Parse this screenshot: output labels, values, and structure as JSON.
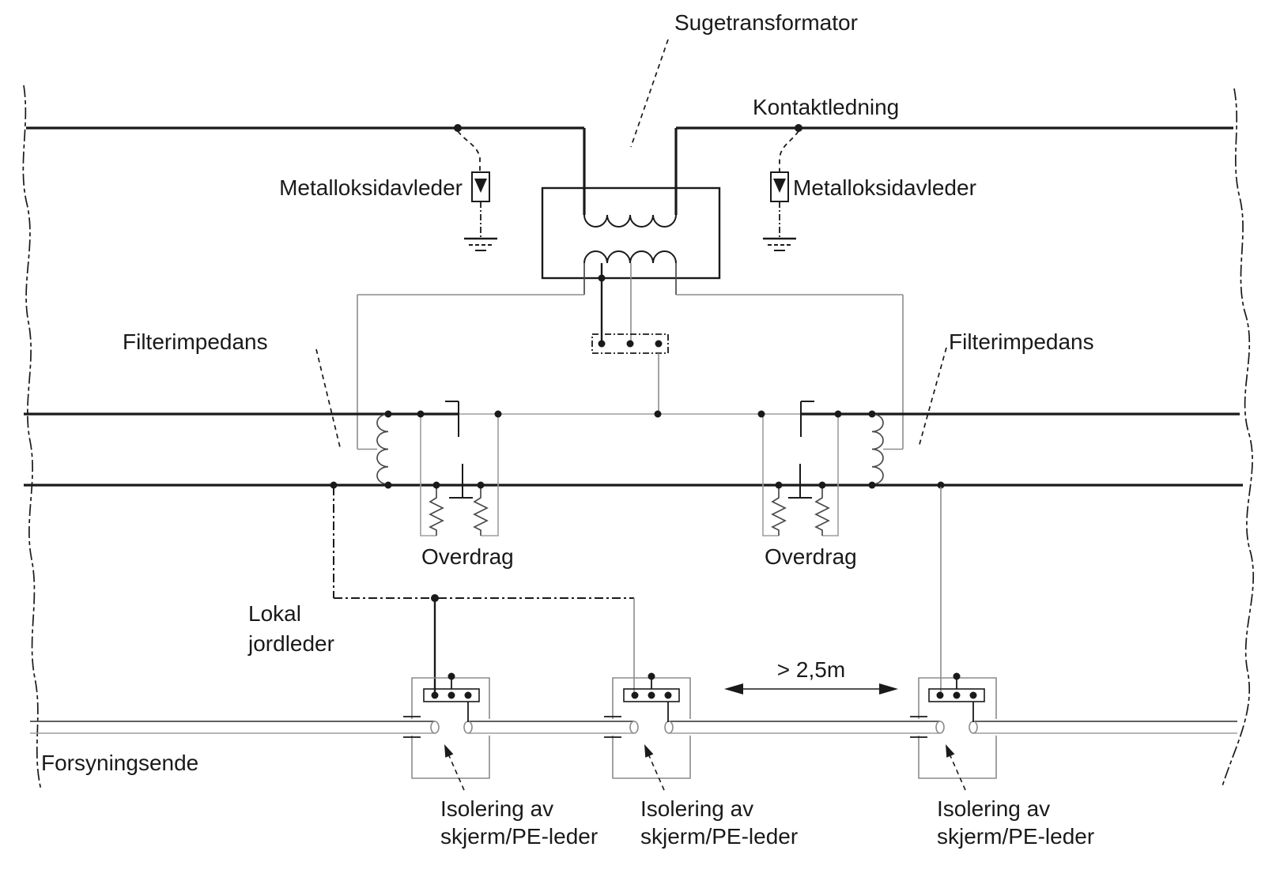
{
  "diagram": {
    "type": "railway-booster-transformer-schematic",
    "labels": {
      "sugetransformator": "Sugetransformator",
      "kontaktledning": "Kontaktledning",
      "metalloksidavleder_left": "Metalloksidavleder",
      "metalloksidavleder_right": "Metalloksidavleder",
      "filterimpedans_left": "Filterimpedans",
      "filterimpedans_right": "Filterimpedans",
      "overdrag_left": "Overdrag",
      "overdrag_right": "Overdrag",
      "lokal_jordleder_line1": "Lokal",
      "lokal_jordleder_line2": "jordleder",
      "forsyningsende": "Forsyningsende",
      "distance": "> 2,5m",
      "isolering_line1": "Isolering av",
      "isolering_line2": "skjerm/PE-leder"
    },
    "colors": {
      "ink": "#1a1a1a",
      "gray_line": "#8c8c8c",
      "light_line": "#9e9e9e",
      "background": "#ffffff"
    }
  }
}
